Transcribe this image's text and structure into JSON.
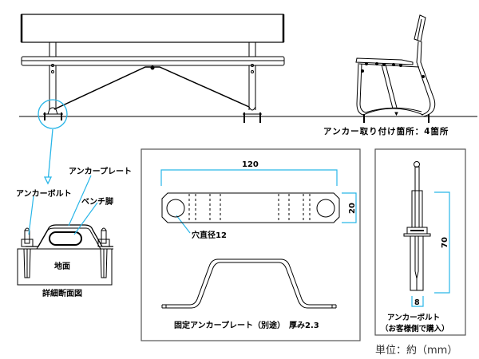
{
  "front_view": {
    "title": "bench-front-elevation"
  },
  "side_view": {
    "caption": "アンカー取り付け箇所：4箇所"
  },
  "detail_section": {
    "label_anchor_plate": "アンカープレート",
    "label_anchor_bolt": "アンカーボルト",
    "label_bench_leg": "ベンチ脚",
    "label_ground": "地面",
    "caption": "詳細断面図"
  },
  "plate_box": {
    "dim_length": "120",
    "dim_width": "20",
    "hole_label": "穴直径12",
    "caption": "固定アンカープレート（別途）　厚み2.3"
  },
  "bolt_box": {
    "dim_length": "70",
    "dim_diameter": "8",
    "caption_line1": "アンカーボルト",
    "caption_line2": "（お客様側で購入）"
  },
  "units": "単位：約（mm）",
  "colors": {
    "line": "#000000",
    "accent": "#29b6e8",
    "frame": "#555555"
  }
}
